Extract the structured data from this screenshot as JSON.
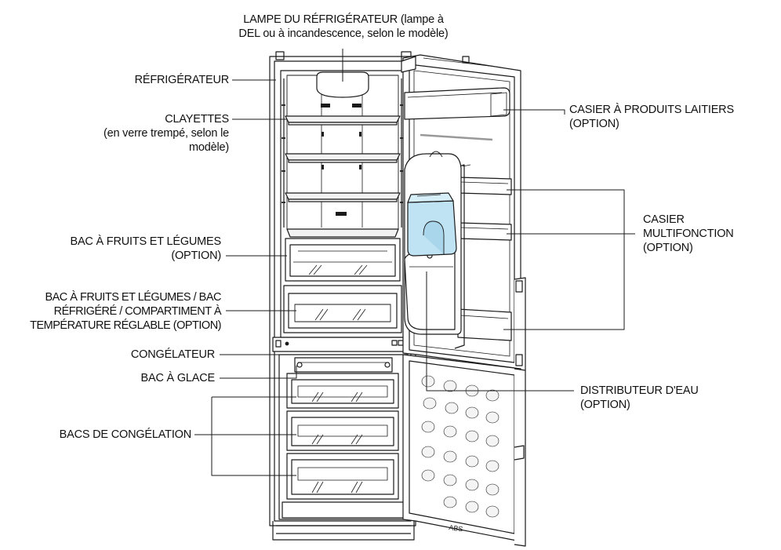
{
  "labels": {
    "lamp": {
      "line1": "LAMPE DU RÉFRIGÉRATEUR (lampe à",
      "line2": "DEL ou à incandescence, selon le modèle)"
    },
    "fridge": {
      "line1": "RÉFRIGÉRATEUR"
    },
    "shelves": {
      "line1": "CLAYETTES",
      "line2": "(en verre trempé, selon le",
      "line3": "modèle)"
    },
    "crisper": {
      "line1": "BAC À FRUITS ET LÉGUMES",
      "line2": "(OPTION)"
    },
    "multi_drawer": {
      "line1": "BAC À FRUITS ET LÉGUMES / BAC",
      "line2": "RÉFRIGÉRÉ / COMPARTIMENT À",
      "line3": "TEMPÉRATURE RÉGLABLE (OPTION)"
    },
    "freezer": {
      "line1": "CONGÉLATEUR"
    },
    "ice_tray": {
      "line1": "BAC À GLACE"
    },
    "freezer_drawers": {
      "line1": "BACS DE CONGÉLATION"
    },
    "dairy": {
      "line1": "CASIER À PRODUITS LAITIERS",
      "line2": "(OPTION)"
    },
    "door_bins": {
      "line1": "CASIER",
      "line2": "MULTIFONCTION",
      "line3": "(OPTION)"
    },
    "water": {
      "line1": "DISTRIBUTEUR D'EAU",
      "line2": "(OPTION)"
    }
  },
  "door_logo": "ABS",
  "colors": {
    "line": "#1a1a1a",
    "water_tank": "#bfe3f2",
    "glass": "#f2f2f2"
  }
}
